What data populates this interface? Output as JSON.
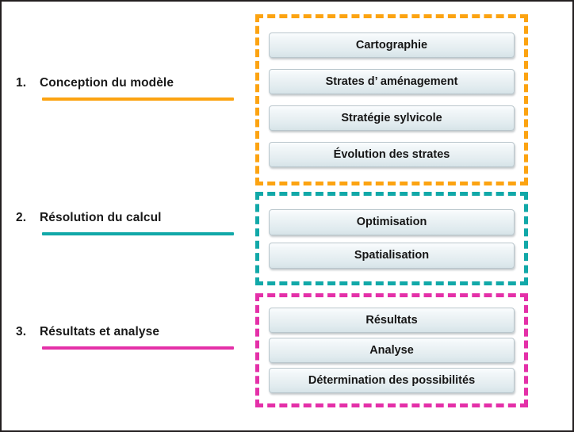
{
  "slide": {
    "frame_color": "#231f20",
    "background": "#ffffff"
  },
  "stages": [
    {
      "number": "1.",
      "title": "Conception du modèle",
      "accent": "#fca311",
      "steps": [
        "Cartographie",
        "Strates d’ aménagement",
        "Stratégie sylvicole",
        "Évolution des strates"
      ]
    },
    {
      "number": "2.",
      "title": "Résolution du calcul",
      "accent": "#11a8a8",
      "steps": [
        "Optimisation",
        "Spatialisation"
      ]
    },
    {
      "number": "3.",
      "title": "Résultats et analyse",
      "accent": "#e430a8",
      "steps": [
        "Résultats",
        "Analyse",
        "Détermination des possibilités"
      ]
    }
  ]
}
